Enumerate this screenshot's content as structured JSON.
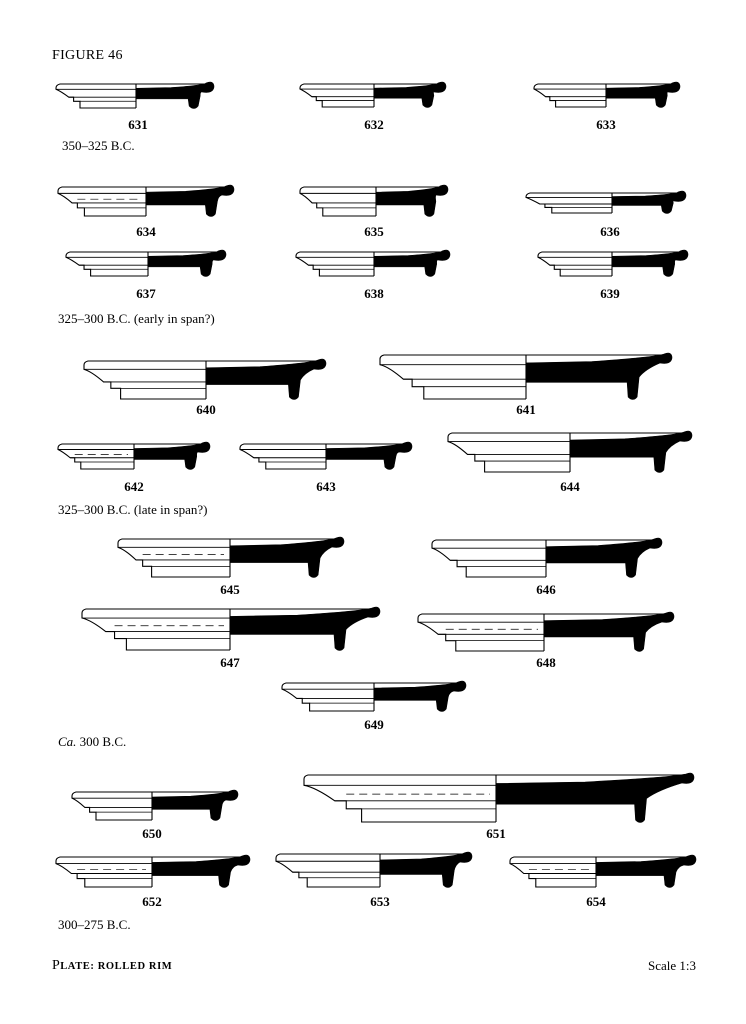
{
  "figure_title": "FIGURE 46",
  "plates": [
    "631",
    "632",
    "633",
    "634",
    "635",
    "636",
    "637",
    "638",
    "639",
    "640",
    "641",
    "642",
    "643",
    "644",
    "645",
    "646",
    "647",
    "648",
    "649",
    "650",
    "651",
    "652",
    "653",
    "654"
  ],
  "periods": {
    "p1": "350–325 B.C.",
    "p2": "325–300 B.C. (early in span?)",
    "p3": "325–300 B.C. (late in span?)",
    "p4_italic": "Ca.",
    "p4_rest": " 300 B.C.",
    "p5": "300–275 B.C."
  },
  "footer": {
    "left_cap": "P",
    "left_rest": "LATE: ",
    "left_small": "ROLLED RIM",
    "right": "Scale 1:3"
  }
}
